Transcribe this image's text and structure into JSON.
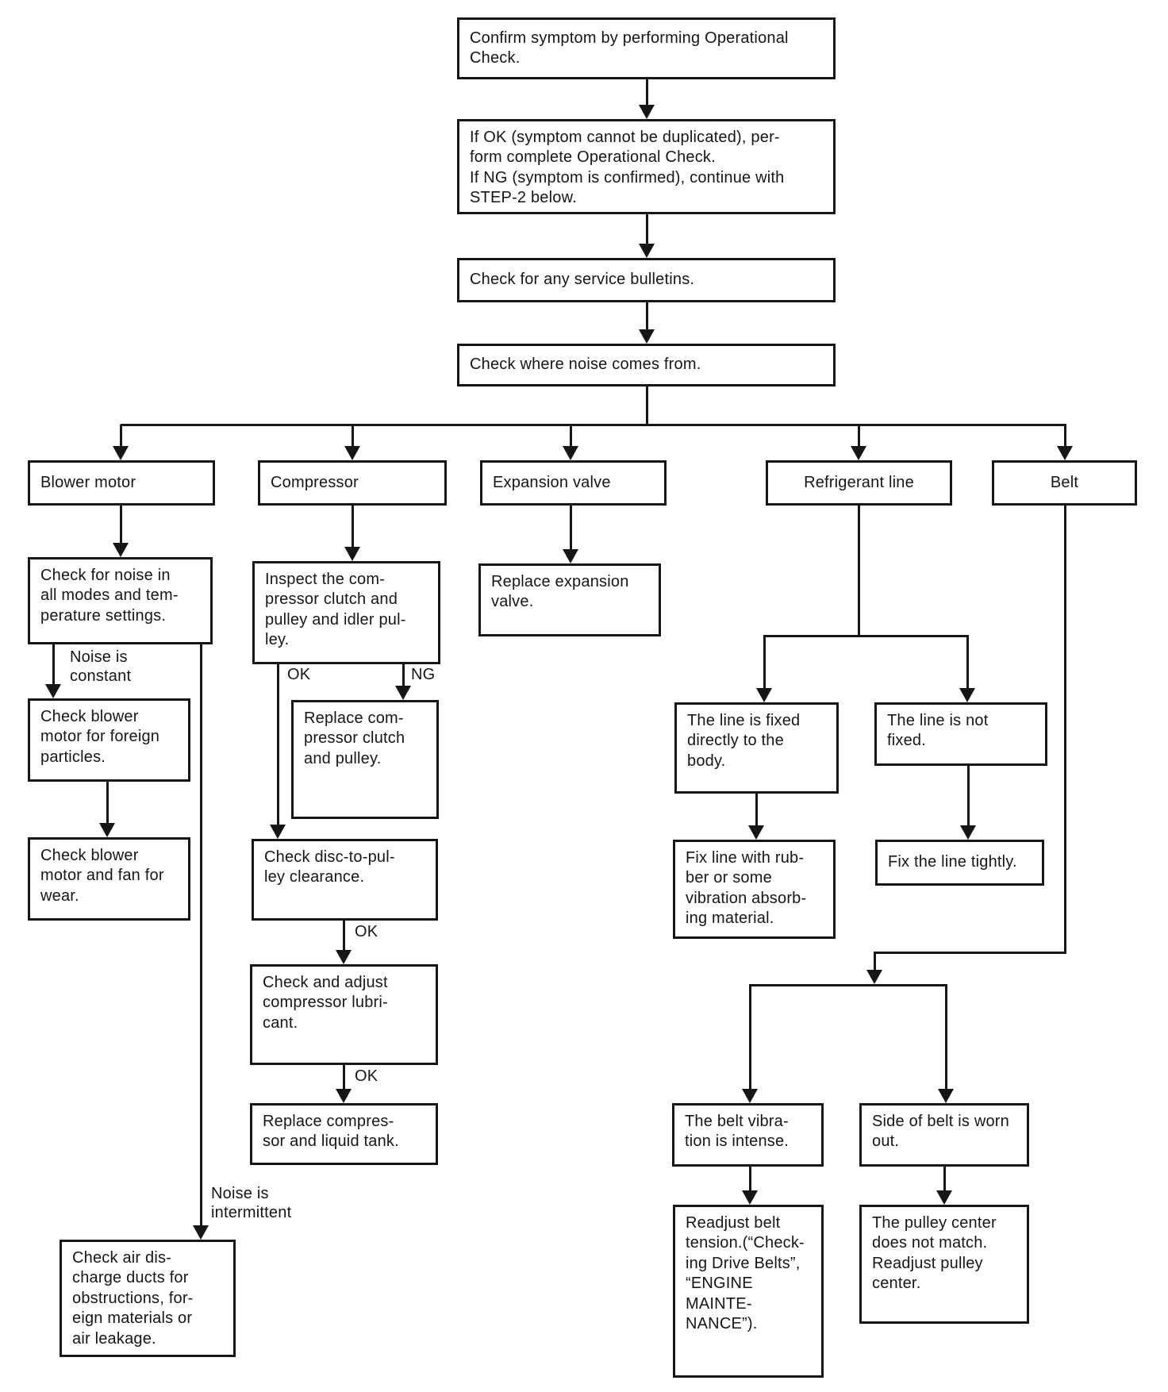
{
  "diagram": {
    "type": "flowchart",
    "description": "Noise troubleshooting flowchart (air conditioner operational check)",
    "colors": {
      "ink": "#161616",
      "background": "#ffffff"
    }
  },
  "nodes": {
    "confirm": {
      "label": "Confirm symptom by performing Operational\nCheck."
    },
    "ifok": {
      "label": "If OK (symptom cannot be duplicated), per-\nform complete Operational Check.\nIf NG (symptom is confirmed), continue with\nSTEP-2 below."
    },
    "bulletins": {
      "label": "Check for any service bulletins."
    },
    "where": {
      "label": "Check where noise comes from."
    },
    "blower": {
      "label": "Blower motor"
    },
    "compressor": {
      "label": "Compressor"
    },
    "expansion": {
      "label": "Expansion valve"
    },
    "refrigerant": {
      "label": "Refrigerant line"
    },
    "belt": {
      "label": "Belt"
    },
    "check_noise": {
      "label": "Check for noise in\nall modes and tem-\nperature settings."
    },
    "foreign": {
      "label": "Check blower\nmotor for foreign\nparticles."
    },
    "wear": {
      "label": "Check blower\nmotor and fan for\nwear."
    },
    "ducts": {
      "label": "Check air dis-\ncharge ducts for\nobstructions, for-\neign materials or\nair leakage."
    },
    "inspect": {
      "label": "Inspect the com-\npressor clutch and\npulley and idler pul-\nley."
    },
    "replace_clutch": {
      "label": "Replace com-\npressor clutch\nand pulley."
    },
    "clearance": {
      "label": "Check disc-to-pul-\nley clearance."
    },
    "lubricant": {
      "label": "Check and adjust\ncompressor lubri-\ncant."
    },
    "replace_comp": {
      "label": "Replace compres-\nsor and liquid tank."
    },
    "replace_valve": {
      "label": "Replace expansion\nvalve."
    },
    "fixed_body": {
      "label": "The line is fixed\ndirectly to the\nbody."
    },
    "not_fixed": {
      "label": "The line is not\nfixed."
    },
    "fix_rubber": {
      "label": "Fix line with rub-\nber or some\nvibration absorb-\ning material."
    },
    "fix_tightly": {
      "label": "Fix the line tightly."
    },
    "belt_vibration": {
      "label": "The belt vibra-\ntion is intense."
    },
    "worn_out": {
      "label": "Side of belt is worn\nout."
    },
    "readjust": {
      "label": "Readjust belt\ntension.(“Check-\ning Drive Belts”,\n“ENGINE\nMAINTE-\nNANCE”)."
    },
    "pulley": {
      "label": "The pulley center\ndoes not match.\nReadjust pulley\ncenter."
    }
  },
  "edge_labels": {
    "noise_constant": "Noise is\nconstant",
    "noise_intermittent": "Noise is\nintermittent",
    "ok_inspect": "OK",
    "ng_inspect": "NG",
    "ok_clearance": "OK",
    "ok_lubricant": "OK"
  }
}
